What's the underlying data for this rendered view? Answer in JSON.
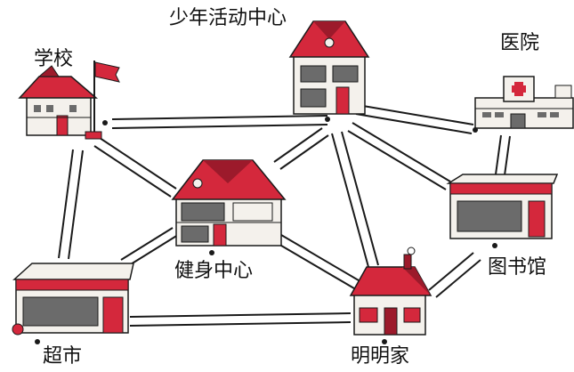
{
  "labels": {
    "school": "学校",
    "youth_center": "少年活动中心",
    "hospital": "医院",
    "fitness_center": "健身中心",
    "library": "图书馆",
    "supermarket": "超市",
    "home": "明明家"
  },
  "colors": {
    "roof": "#d4283c",
    "roof_dark": "#9c1a2b",
    "wall": "#f4f1ec",
    "road": "#1a1a1a",
    "interior": "#6b6b6b"
  },
  "icons": {
    "school": "school-building-icon",
    "youth_center": "house-icon",
    "hospital": "hospital-icon",
    "fitness_center": "house-icon",
    "library": "shop-building-icon",
    "supermarket": "shop-building-icon",
    "home": "house-icon",
    "flag": "flag-icon"
  }
}
